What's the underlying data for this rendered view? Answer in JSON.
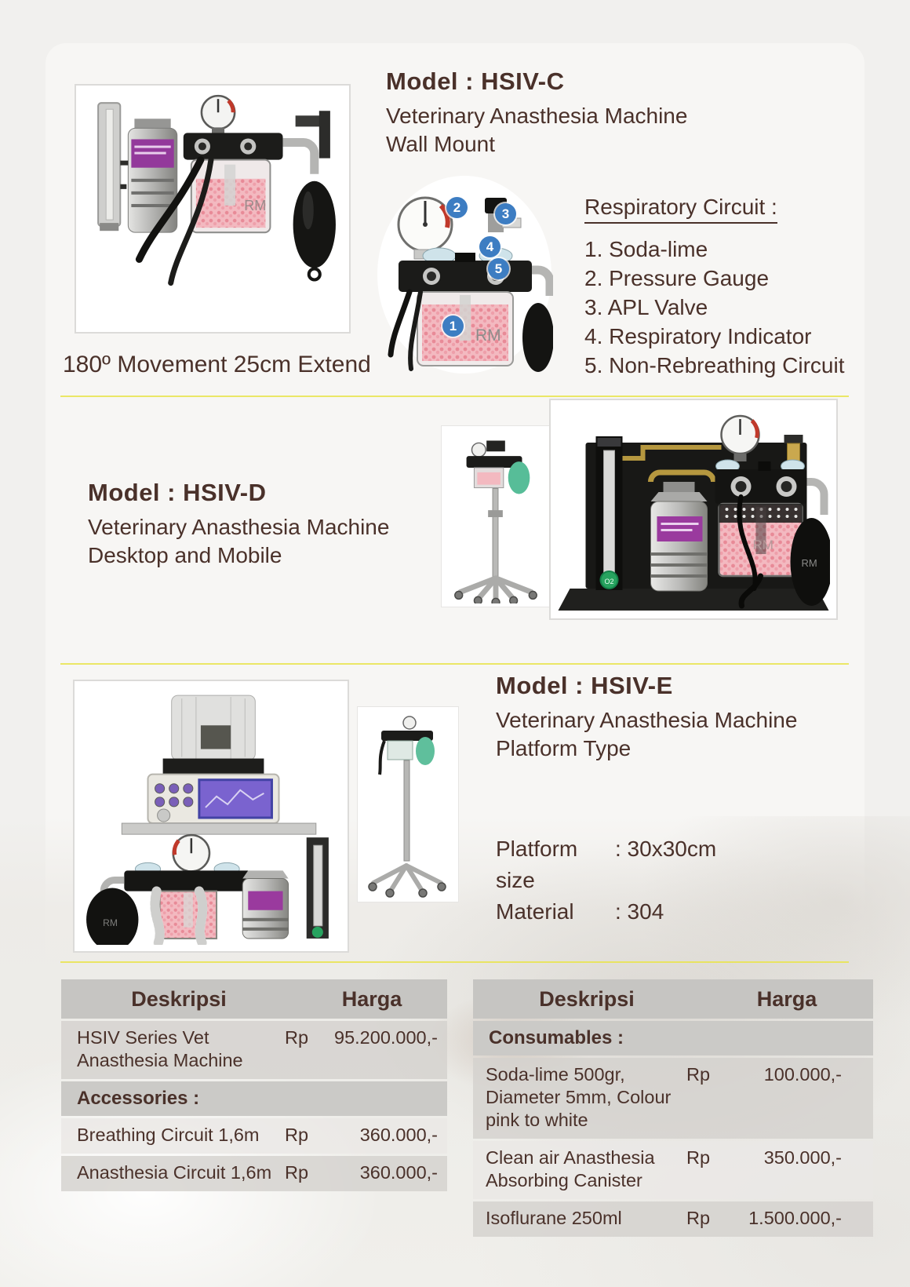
{
  "page": {
    "bg": "#f1f0ee",
    "text_color": "#4a312a",
    "divider_color": "#e9e44c",
    "badge_color": "#3d7dc2"
  },
  "hsivc": {
    "title": "Model : HSIV-C",
    "subtitle1": "Veterinary Anasthesia Machine",
    "subtitle2": "Wall Mount",
    "caption": "180º Movement 25cm Extend",
    "respiratory_title": "Respiratory Circuit :",
    "respiratory_items": [
      "1. Soda-lime",
      "2. Pressure Gauge",
      "3. APL Valve",
      "4. Respiratory Indicator",
      "5. Non-Rebreathing Circuit"
    ],
    "badges": [
      "1",
      "2",
      "3",
      "4",
      "5"
    ]
  },
  "hsivd": {
    "title": "Model : HSIV-D",
    "subtitle1": "Veterinary Anasthesia Machine",
    "subtitle2": "Desktop and Mobile"
  },
  "hsive": {
    "title": "Model : HSIV-E",
    "subtitle1": "Veterinary Anasthesia Machine",
    "subtitle2": "Platform Type",
    "spec1_label": "Platform size",
    "spec1_value": ": 30x30cm",
    "spec2_label": "Material",
    "spec2_value": ": 304"
  },
  "tables": {
    "left": {
      "headers": [
        "Deskripsi",
        "Harga"
      ],
      "rows": [
        {
          "type": "item",
          "desc": "HSIV Series Vet Anasthesia Machine",
          "cur": "Rp",
          "price": "95.200.000,-",
          "shade": "mid"
        },
        {
          "type": "section",
          "desc": "Accessories :"
        },
        {
          "type": "item",
          "desc": "Breathing Circuit 1,6m",
          "cur": "Rp",
          "price": "360.000,-",
          "shade": "light"
        },
        {
          "type": "item",
          "desc": "Anasthesia Circuit 1,6m",
          "cur": "Rp",
          "price": "360.000,-",
          "shade": "mid"
        }
      ]
    },
    "right": {
      "headers": [
        "Deskripsi",
        "Harga"
      ],
      "rows": [
        {
          "type": "section",
          "desc": "Consumables :"
        },
        {
          "type": "item",
          "desc": "Soda-lime 500gr, Diameter 5mm, Colour pink to white",
          "cur": "Rp",
          "price": "100.000,-",
          "shade": "mid"
        },
        {
          "type": "item",
          "desc": "Clean air Anasthesia Absorbing Canister",
          "cur": "Rp",
          "price": "350.000,-",
          "shade": "light"
        },
        {
          "type": "item",
          "desc": "Isoflurane 250ml",
          "cur": "Rp",
          "price": "1.500.000,-",
          "shade": "mid"
        }
      ]
    }
  },
  "photos": {
    "rm_logo": "RM",
    "o2_label": "O2"
  }
}
